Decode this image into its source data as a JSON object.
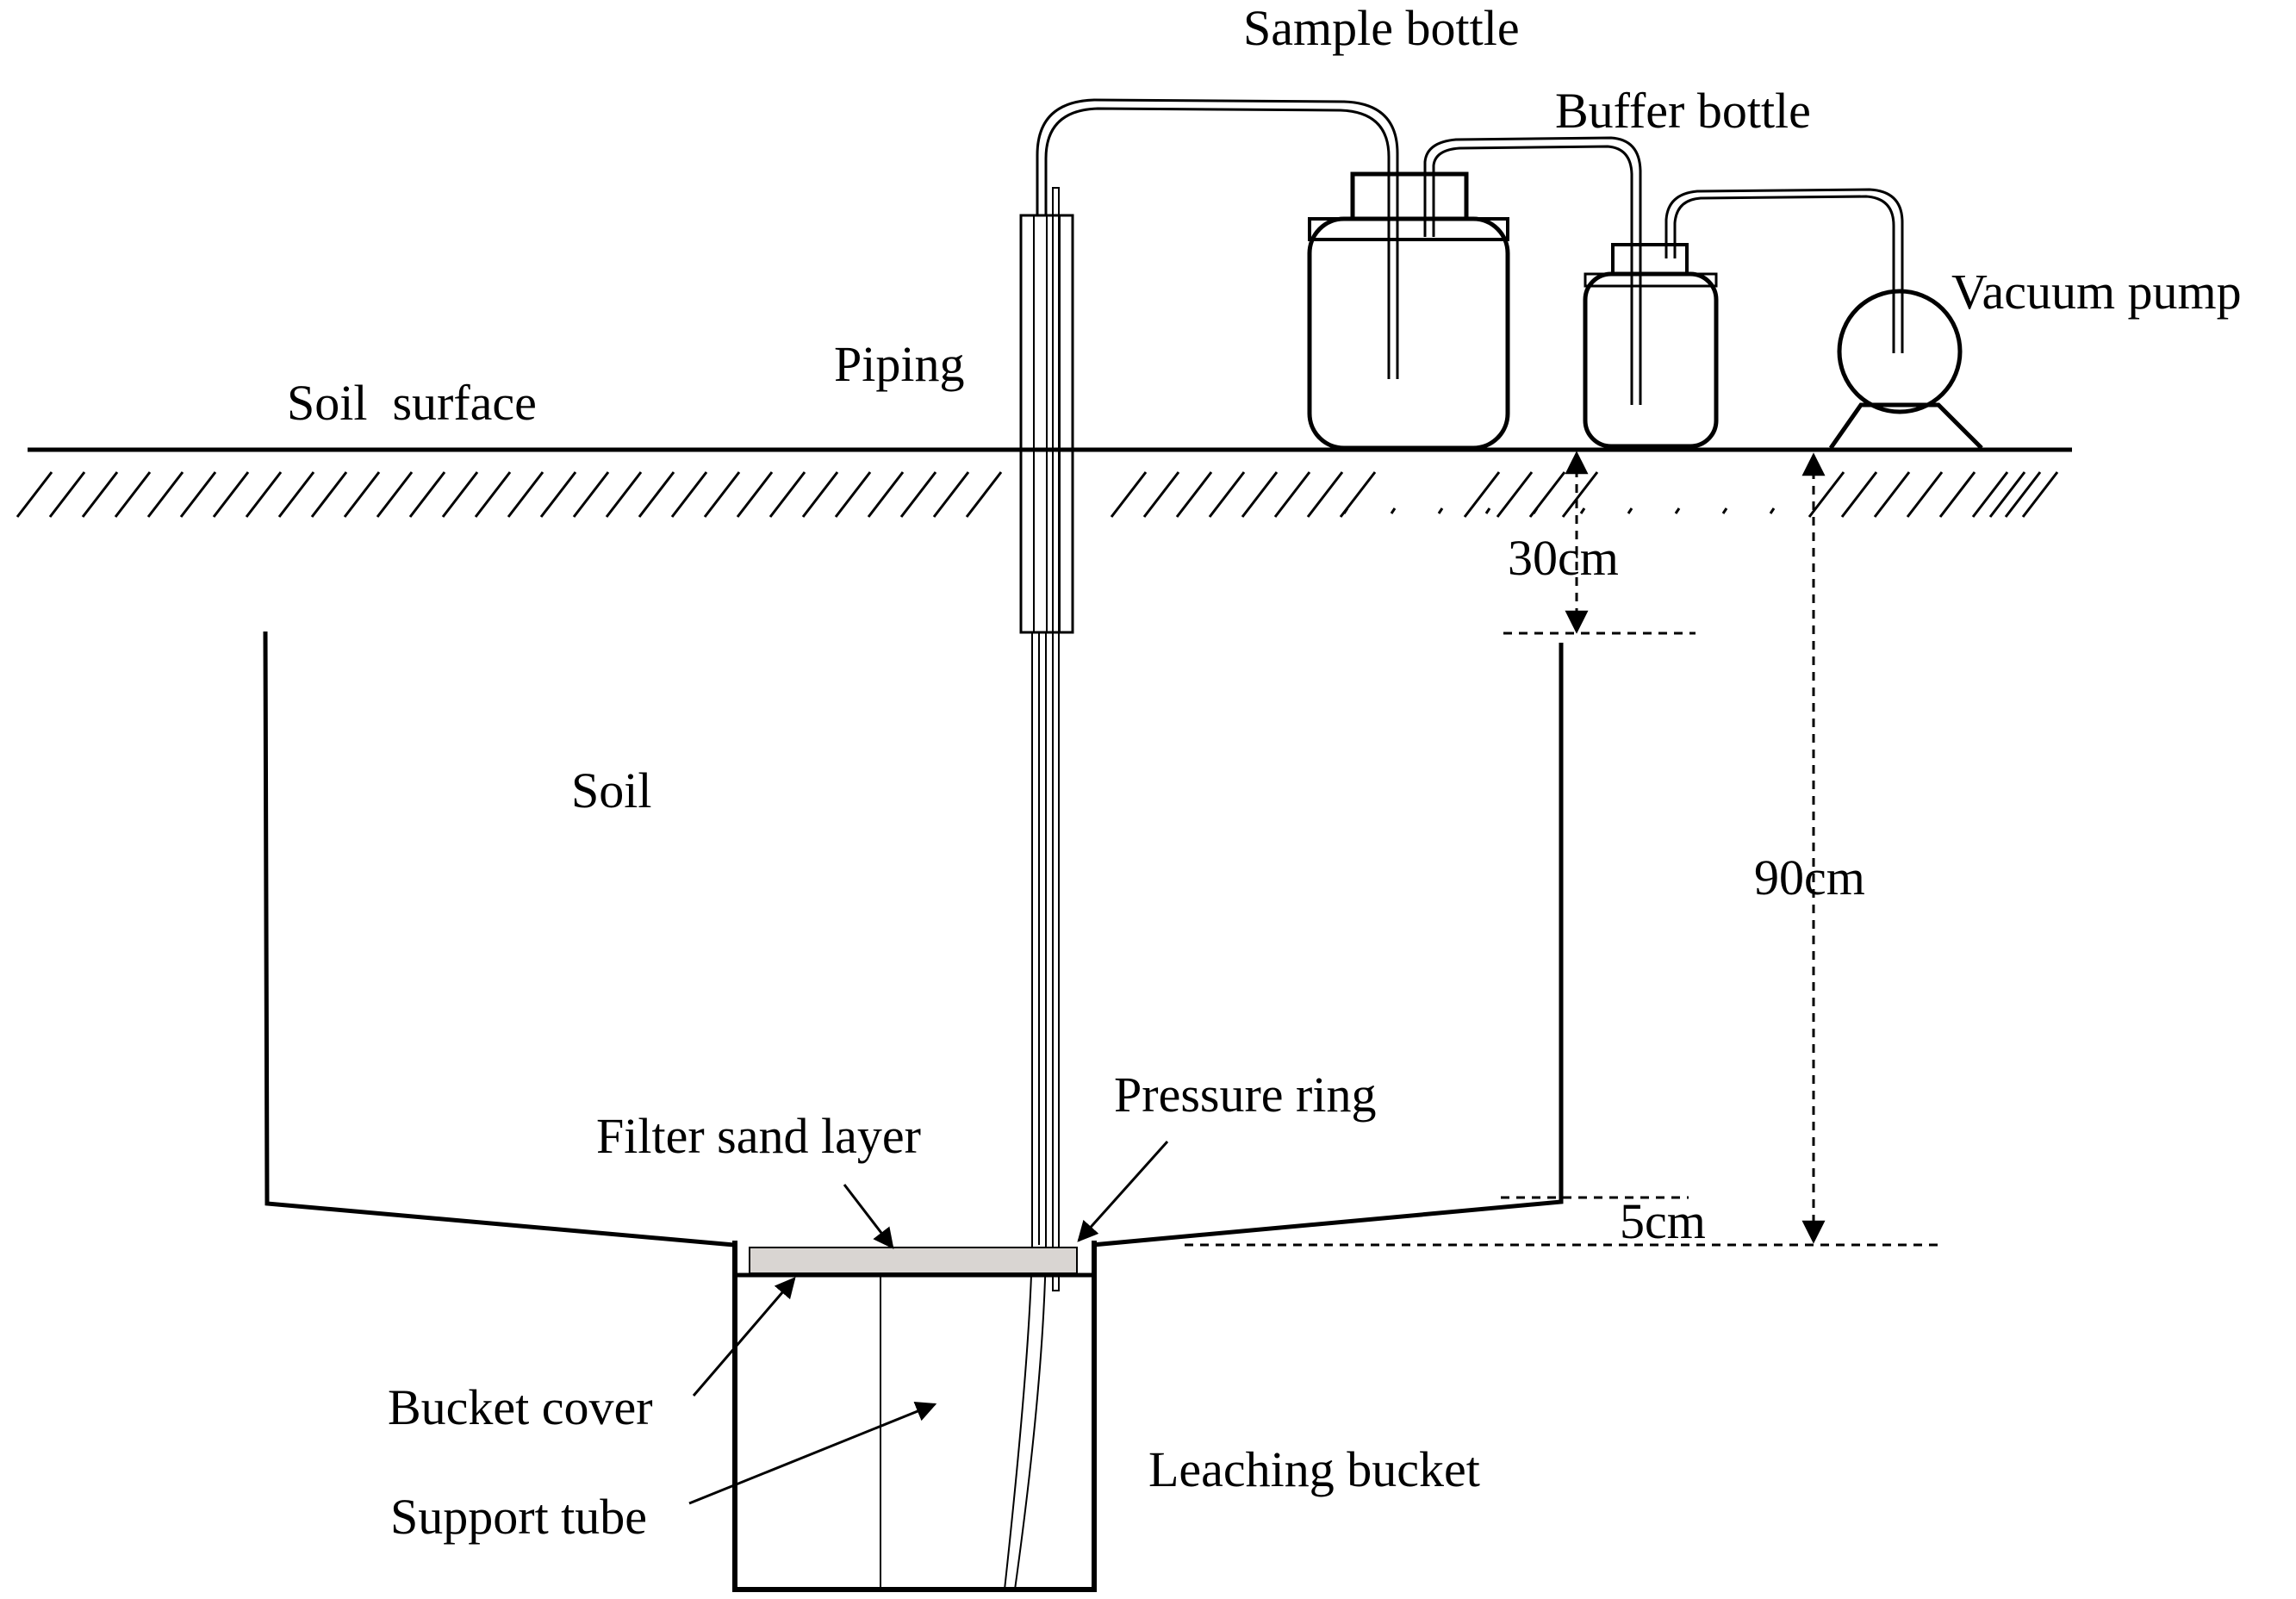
{
  "labels": {
    "sample_bottle": "Sample bottle",
    "buffer_bottle": "Buffer bottle",
    "vacuum_pump": "Vacuum pump",
    "piping": "Piping",
    "soil_surface": "Soil  surface",
    "soil": "Soil",
    "pressure_ring": "Pressure ring",
    "filter_sand_layer": "Filter sand layer",
    "bucket_cover": "Bucket cover",
    "support_tube": "Support tube",
    "leaching_bucket": "Leaching bucket"
  },
  "dimensions": {
    "depth_top": "30cm",
    "depth_total": "90cm",
    "depth_funnel": "5cm"
  },
  "colors": {
    "line": "#000000",
    "background": "#ffffff",
    "sand_fill": "#d9d5d2"
  }
}
